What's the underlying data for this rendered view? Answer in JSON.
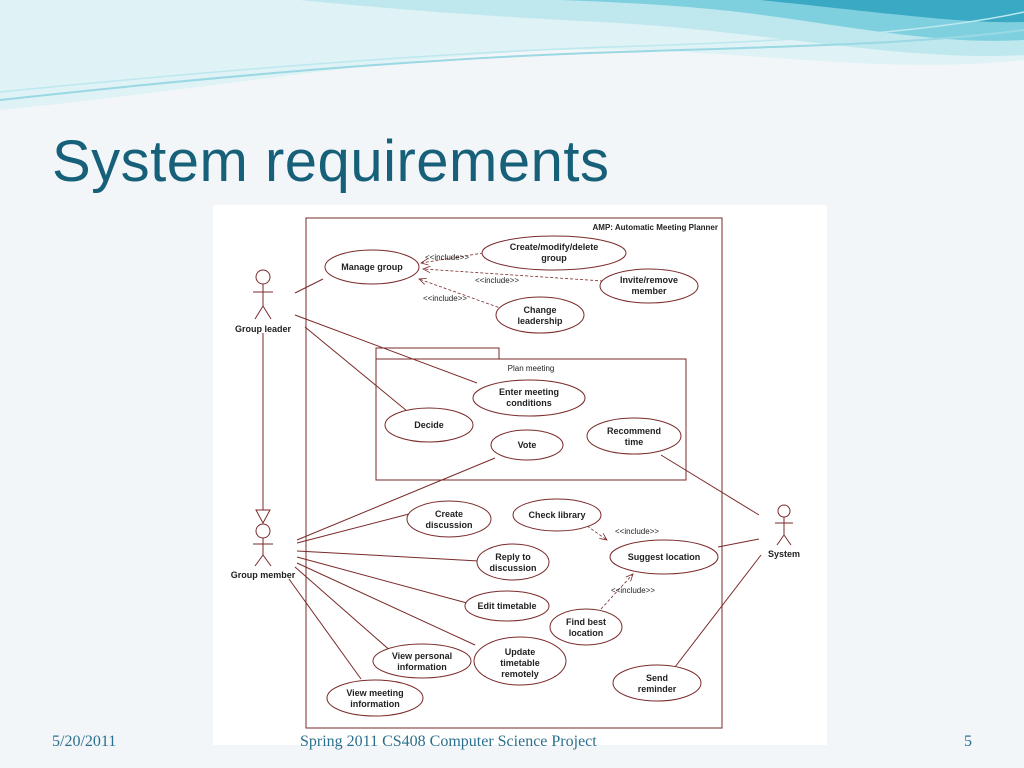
{
  "slide": {
    "title": "System requirements",
    "footer_date": "5/20/2011",
    "footer_center": "Spring 2011 CS408 Computer Science Project",
    "page_number": "5"
  },
  "colors": {
    "title": "#17607a",
    "diagram_stroke": "#7a2a2a",
    "banner_light": "#bfe8ee",
    "banner_dark": "#3aa9c4"
  },
  "diagram": {
    "system_name": "AMP: Automatic Meeting Planner",
    "package_name": "Plan meeting",
    "actors": {
      "group_leader": "Group leader",
      "group_member": "Group member",
      "system": "System"
    },
    "use_cases": {
      "manage_group": [
        "Manage group"
      ],
      "create_modify_delete_group": [
        "Create/modify/delete",
        "group"
      ],
      "invite_remove_member": [
        "Invite/remove",
        "member"
      ],
      "change_leadership": [
        "Change",
        "leadership"
      ],
      "enter_meeting_conditions": [
        "Enter meeting",
        "conditions"
      ],
      "decide": [
        "Decide"
      ],
      "vote": [
        "Vote"
      ],
      "recommend_time": [
        "Recommend",
        "time"
      ],
      "create_discussion": [
        "Create",
        "discussion"
      ],
      "check_library": [
        "Check library"
      ],
      "suggest_location": [
        "Suggest location"
      ],
      "reply_to_discussion": [
        "Reply to",
        "discussion"
      ],
      "edit_timetable": [
        "Edit timetable"
      ],
      "find_best_location": [
        "Find best",
        "location"
      ],
      "view_personal_information": [
        "View personal",
        "information"
      ],
      "update_timetable_remotely": [
        "Update",
        "timetable",
        "remotely"
      ],
      "send_reminder": [
        "Send",
        "reminder"
      ],
      "view_meeting_information": [
        "View meeting",
        "information"
      ]
    },
    "include_label": "<<include>>"
  }
}
